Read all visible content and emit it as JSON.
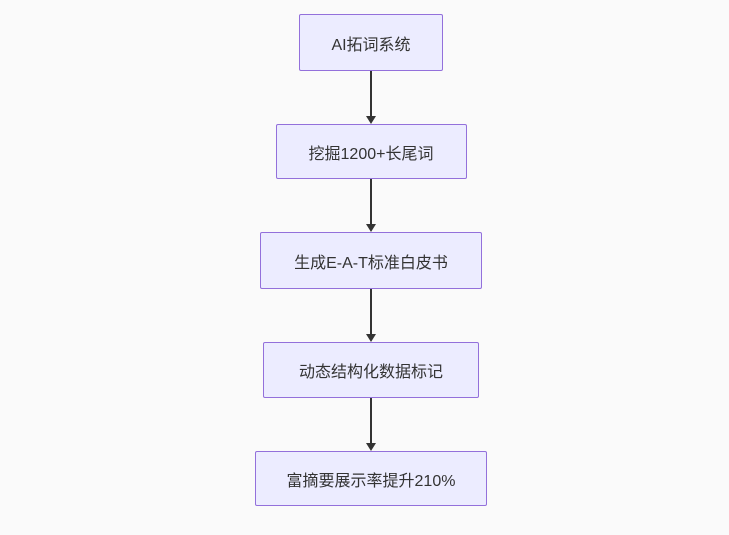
{
  "page": {
    "background_color": "#fafafa"
  },
  "flowchart": {
    "type": "flowchart-top-down",
    "node_fill_color": "#ECECFF",
    "node_border_color": "#9370DB",
    "node_text_color": "#333333",
    "arrow_color": "#333333",
    "nodes": [
      {
        "id": "n1",
        "label": "AI拓词系统"
      },
      {
        "id": "n2",
        "label": "挖掘1200+长尾词"
      },
      {
        "id": "n3",
        "label": "生成E-A-T标准白皮书"
      },
      {
        "id": "n4",
        "label": "动态结构化数据标记"
      },
      {
        "id": "n5",
        "label": "富摘要展示率提升210%"
      }
    ],
    "edges": [
      {
        "from": "n1",
        "to": "n2"
      },
      {
        "from": "n2",
        "to": "n3"
      },
      {
        "from": "n3",
        "to": "n4"
      },
      {
        "from": "n4",
        "to": "n5"
      }
    ]
  }
}
